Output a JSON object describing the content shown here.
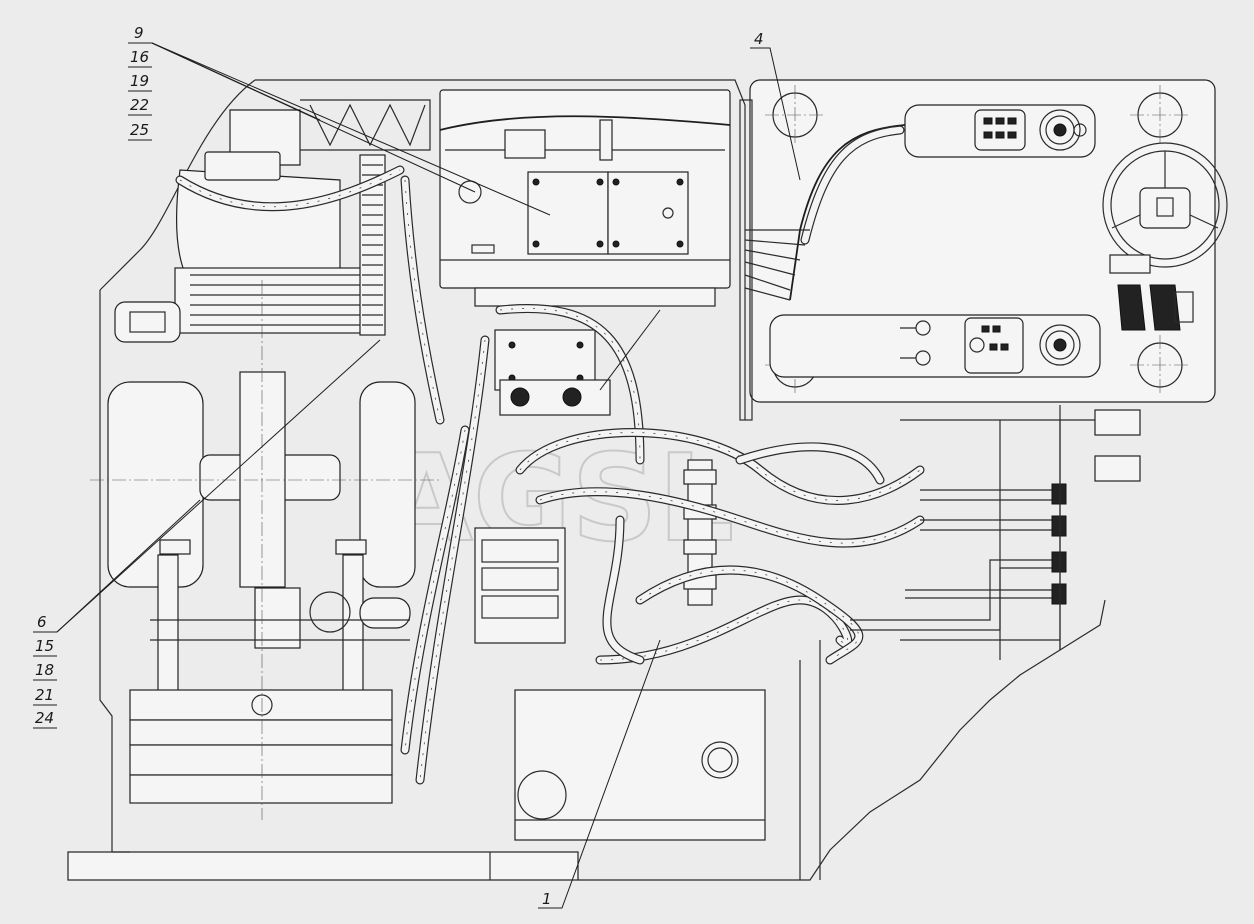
{
  "callouts": {
    "group_top_left": [
      "9",
      "16",
      "19",
      "22",
      "25"
    ],
    "group_bottom_left": [
      "6",
      "15",
      "18",
      "21",
      "24"
    ],
    "label_4": "4",
    "label_1": "1"
  },
  "watermark": "AGSL",
  "colors": {
    "background": "#ececec",
    "line": "#2b2b2b",
    "fill": "#f5f5f5"
  }
}
